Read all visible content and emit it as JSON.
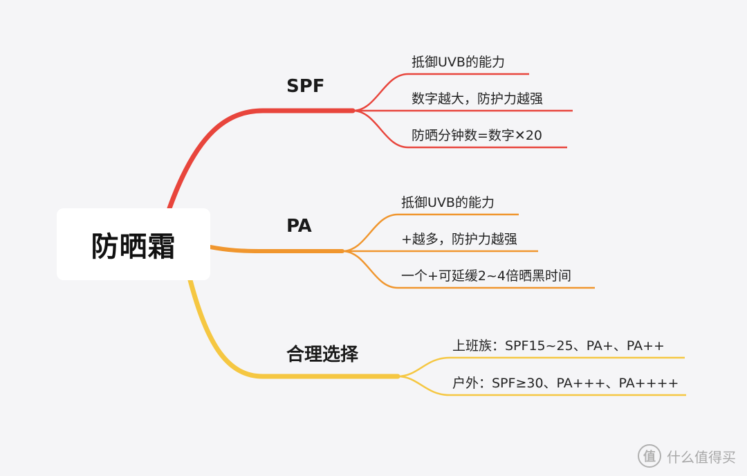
{
  "center": {
    "title": "防晒霜"
  },
  "branches": [
    {
      "title": "SPF",
      "color": "#e8453c",
      "leaves": [
        "抵御UVB的能力",
        "数字越大，防护力越强",
        "防晒分钟数=数字✕20"
      ]
    },
    {
      "title": "PA",
      "color": "#f0962e",
      "leaves": [
        "抵御UVB的能力",
        "+越多，防护力越强",
        "一个+可延缓2~4倍晒黑时间"
      ]
    },
    {
      "title": "合理选择",
      "color": "#f5c742",
      "leaves": [
        "上班族：SPF15~25、PA+、PA++",
        "户外：SPF≥30、PA+++、PA++++"
      ]
    }
  ],
  "watermark": {
    "icon": "值",
    "text": "什么值得买"
  }
}
